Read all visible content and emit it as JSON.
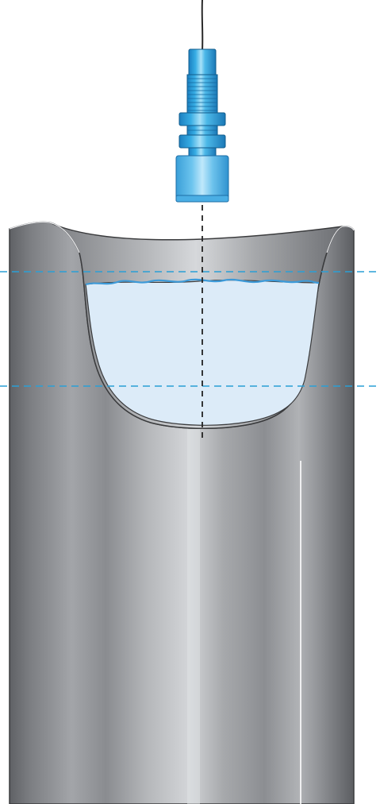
{
  "diagram": {
    "type": "ultrasonic-level-sensor-over-pipe",
    "labels": [],
    "colors": {
      "background": "#ffffff",
      "pipe_dark": "#6f7175",
      "pipe_mid": "#9fa1a5",
      "pipe_light": "#d2d4d7",
      "pipe_outline": "#3a3b3d",
      "water_fill": "#dcebf8",
      "water_surface": "#4aa3dc",
      "sensor_blue": "#2fa8e0",
      "sensor_light": "#9fdcf7",
      "sensor_dark": "#1676b0",
      "cable": "#2a2a2a",
      "beam_line": "#222222",
      "level_line": "#2a9fd6"
    },
    "components": [
      "sensor-cable",
      "sensor-body",
      "mounting-nuts",
      "transducer-head",
      "center-beam-line",
      "pipe",
      "water",
      "max-level-line",
      "min-level-line"
    ]
  }
}
